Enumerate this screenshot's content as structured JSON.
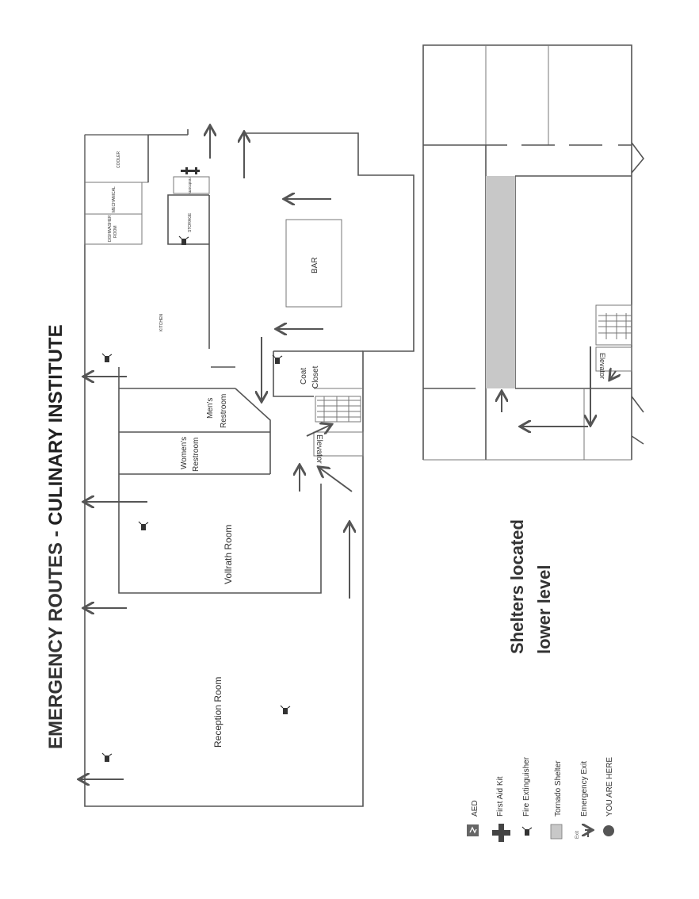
{
  "title": {
    "main": "EMERGENCY ROUTES",
    "separator": " - ",
    "sub": "CULINARY INSTITUTE"
  },
  "rooms": {
    "cooler": "COOLER",
    "mechanical": "MECHANICAL",
    "dishwasher_line1": "DISHWASHER",
    "dishwasher_line2": "ROOM",
    "restroom_small": "restroom",
    "storage": "STORAGE",
    "kitchen": "KITCHEN",
    "bar": "BAR",
    "coat_line1": "Coat",
    "coat_line2": "Closet",
    "mens_line1": "Men's",
    "mens_line2": "Restroom",
    "womens_line1": "Women's",
    "womens_line2": "Restroom",
    "vollrath": "Vollrath Room",
    "reception": "Reception Room",
    "elevator": "Elevator",
    "elevator_lower": "Elevator"
  },
  "shelter_note": {
    "line1": "Shelters located",
    "line2": "lower level"
  },
  "legend": [
    {
      "icon": "aed-icon",
      "label": "AED"
    },
    {
      "icon": "first-aid-kit-icon",
      "label": "First Aid Kit"
    },
    {
      "icon": "fire-extinguisher-icon",
      "label": "Fire Extinguisher"
    },
    {
      "icon": "tornado-shelter-icon",
      "label": "Tornado Shelter"
    },
    {
      "icon": "emergency-exit-icon",
      "label": "Emergency Exit",
      "sign": "Exit"
    },
    {
      "icon": "you-are-here-icon",
      "label": "YOU ARE HERE"
    }
  ],
  "colors": {
    "wall": "#555555",
    "shelter": "#c8c8c8",
    "text": "#444444"
  }
}
